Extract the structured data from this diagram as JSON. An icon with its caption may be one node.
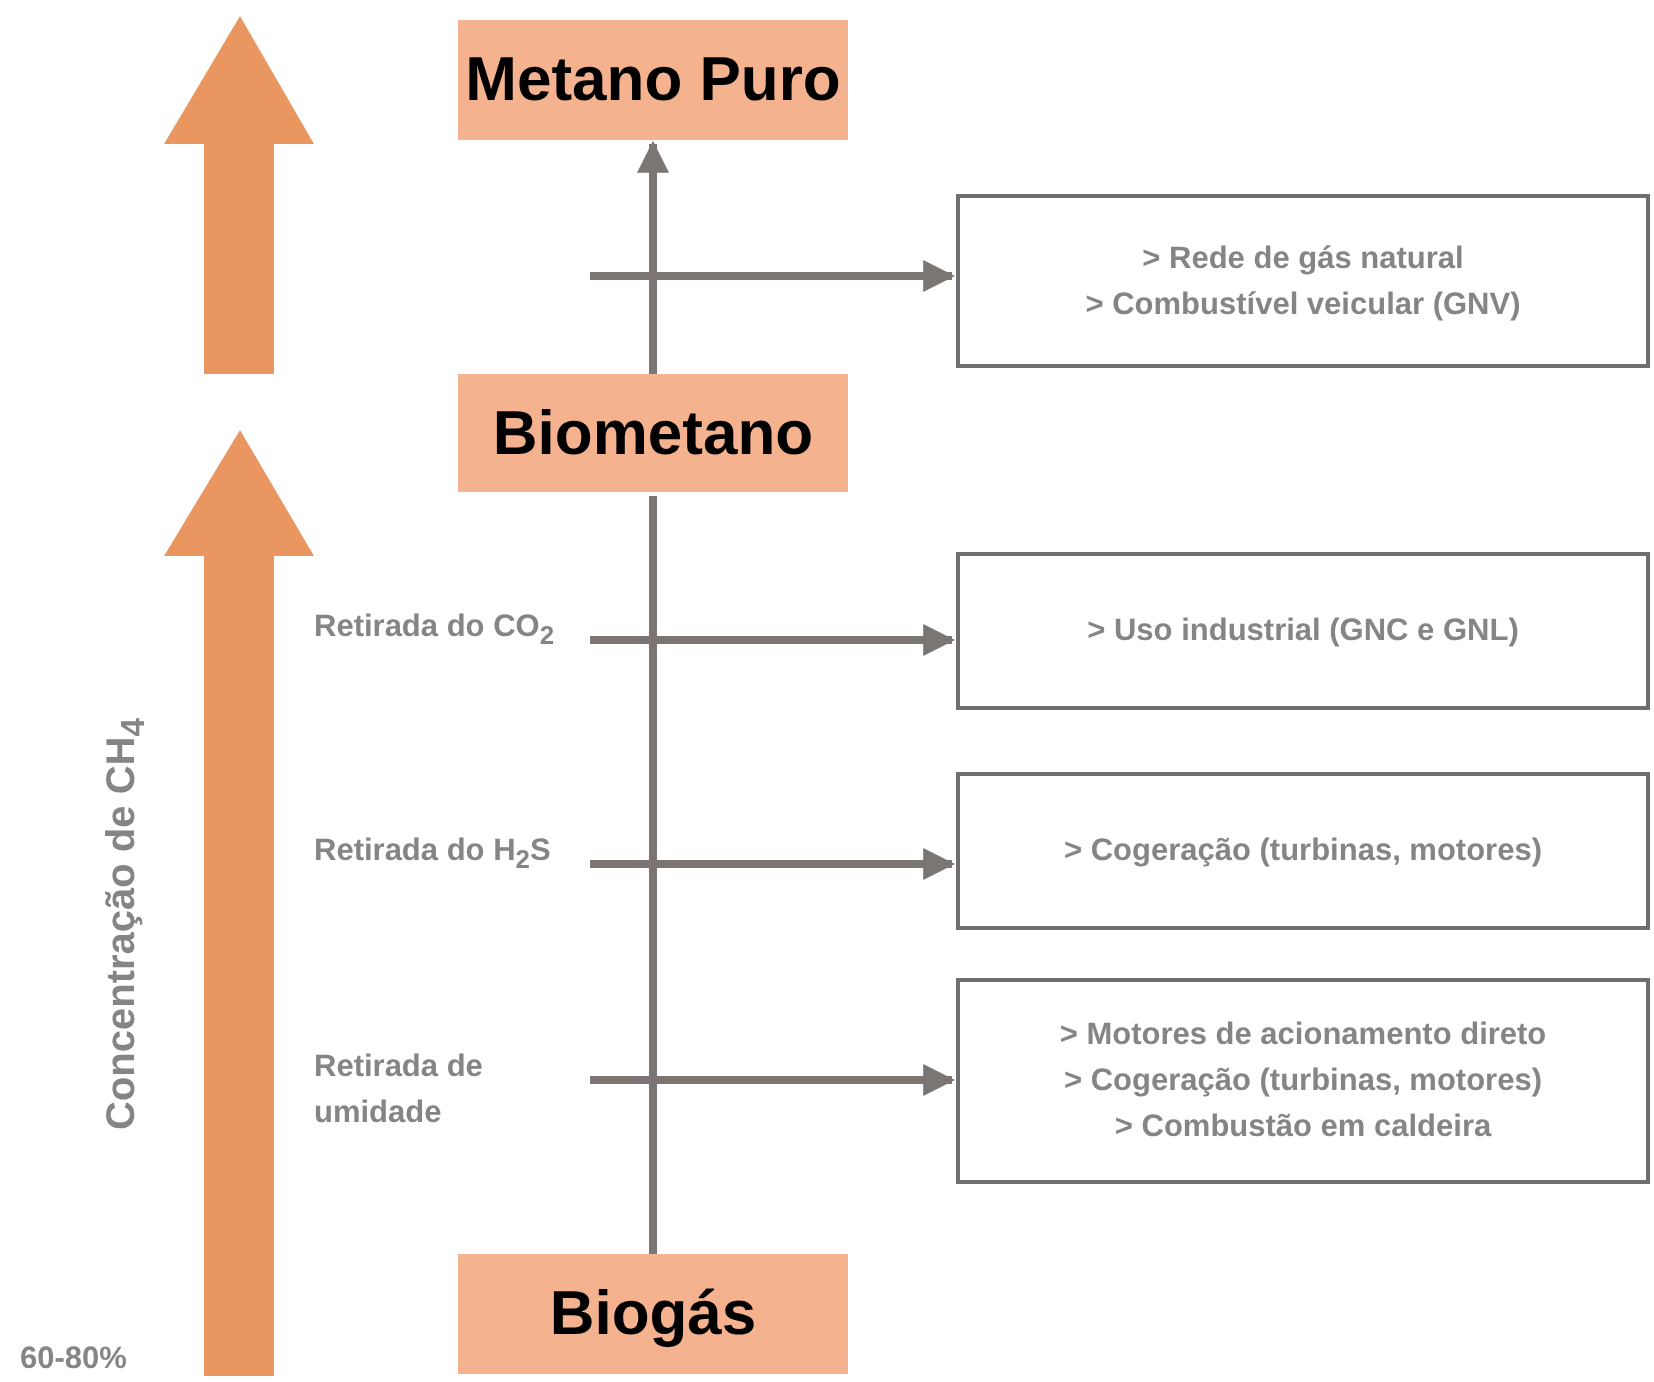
{
  "diagram": {
    "nodes": [
      {
        "text": [
          "Metano Puro"
        ]
      },
      {
        "text": [
          "Biometano"
        ]
      },
      {
        "text": [
          "Biogás"
        ]
      },
      {
        "text": [
          "> Rede de gás natural",
          "> Combustível veicular (GNV)"
        ]
      },
      {
        "text": [
          "> Uso industrial (GNC e GNL)"
        ]
      },
      {
        "text": [
          "> Cogeração (turbinas, motores)"
        ]
      },
      {
        "text": [
          "> Motores de acionamento direto",
          "> Cogeração (turbinas, motores)",
          "> Combustão em caldeira"
        ]
      }
    ],
    "edges": [
      {
        "from": 2,
        "to": 1,
        "arrow": "none"
      },
      {
        "from": 1,
        "to": 0,
        "arrow": "to"
      },
      {
        "from": null,
        "to": 3,
        "arrow": "to"
      },
      {
        "from": null,
        "to": 4,
        "arrow": "to"
      },
      {
        "from": null,
        "to": 5,
        "arrow": "to"
      },
      {
        "from": null,
        "to": 6,
        "arrow": "to"
      }
    ],
    "labels": [
      "Concentração de CH$_{4}$",
      "Retirada do CO$_{2}$",
      "Retirada do H$_{2}$S",
      "Retirada de umidade",
      "60-80%"
    ]
  }
}
